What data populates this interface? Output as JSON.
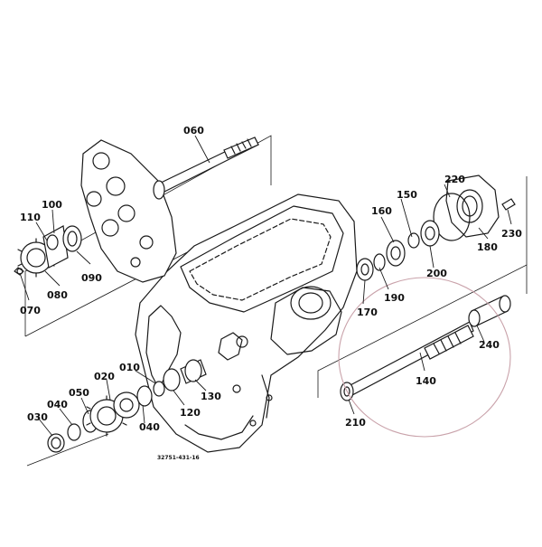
{
  "diagram": {
    "part_labels": {
      "p010": "010",
      "p020": "020",
      "p030": "030",
      "p040a": "040",
      "p040b": "040",
      "p050": "050",
      "p060": "060",
      "p070": "070",
      "p080": "080",
      "p090": "090",
      "p100": "100",
      "p110": "110",
      "p120": "120",
      "p130": "130",
      "p140": "140",
      "p150": "150",
      "p160": "160",
      "p170": "170",
      "p180": "180",
      "p190": "190",
      "p200": "200",
      "p210": "210",
      "p220": "220",
      "p230": "230",
      "p240": "240"
    },
    "drawing_code": "32751-431-16",
    "highlight_color": "#c9a2aa"
  }
}
